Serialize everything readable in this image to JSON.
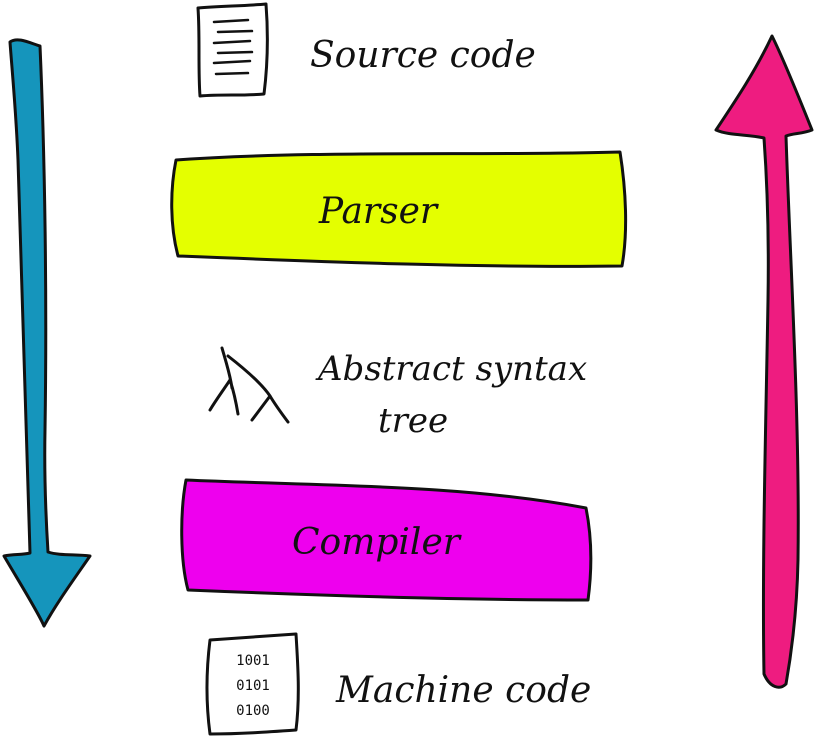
{
  "source_label": "Source code",
  "parser_label": "Parser",
  "ast_label_line1": "Abstract syntax",
  "ast_label_line2": "tree",
  "compiler_label": "Compiler",
  "machine_label": "Machine code",
  "machine_code_rows": [
    "1001",
    "0101",
    "0100"
  ],
  "colors": {
    "down_arrow": "#1595BC",
    "up_arrow": "#EE1C80",
    "parser_box": "#E4FF00",
    "compiler_box": "#EE00EE",
    "stroke": "#111111"
  }
}
